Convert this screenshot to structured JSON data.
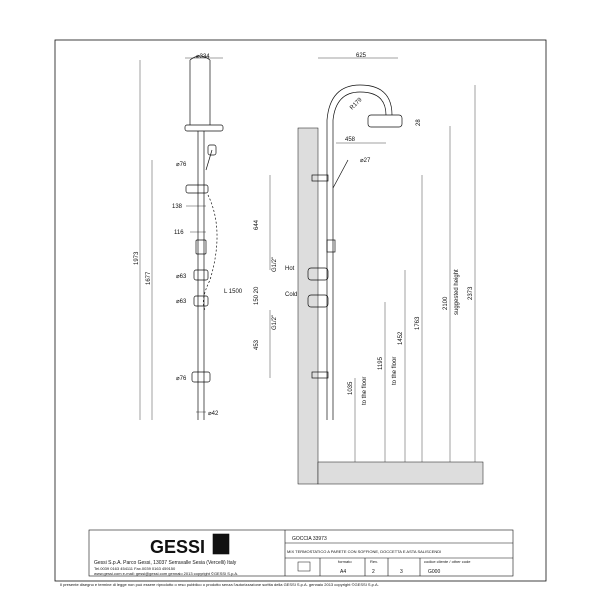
{
  "drawing": {
    "front_view": {
      "top_diameter": "⌀334",
      "handshower_diameter": "⌀76",
      "dim_138": "138",
      "dim_116": "116",
      "overall_height": "1973",
      "height_1677": "1677",
      "dia_63_a": "⌀63",
      "dia_63_b": "⌀63",
      "hose_length": "L 1500",
      "dia_76_bottom": "⌀76",
      "bar_diameter": "⌀42"
    },
    "side_view": {
      "projection": "625",
      "radius": "R179",
      "head_height": "28",
      "arm_458": "458",
      "handle_dia": "⌀27",
      "dim_644": "644",
      "g12_top": "G1/2\"",
      "label_hot": "Hot",
      "label_cold": "Cold",
      "dim_150_20": "150 20",
      "g12_bottom": "G1/2\"",
      "dim_453": "453",
      "dim_1035": "1035",
      "to_floor_1": "to the floor",
      "dim_1195": "1195",
      "to_floor_2": "to the floor",
      "dim_1452": "1452",
      "dim_1763": "1763",
      "dim_2100": "2100",
      "suggested_height": "suggested height",
      "dim_2373": "2373"
    }
  },
  "title_block": {
    "logo_text": "GESSI",
    "product_title": "GOCCIA 33973",
    "description": "MIX TERMOSTATICO A PARETE CON SOFFIONE, DOCCETTA E ASTA SALISCENDI",
    "company_line1": "Gessi S.p.A. Parco Gessi, 13037 Serravalle Sesia (Vercelli) Italy",
    "company_line2": "Tel.0039 0163 454111 Fax.0039 0163 459150",
    "company_line3": "www.gessi.com   e-mail: gessi@gessi.com   gennaio 2013   copyright ©GESSI S.p.A.",
    "format_label": "formato",
    "format_value": "A4",
    "scale_label": "Rev.",
    "scale_value": "2",
    "sheet_value": "3",
    "code_label": "codice cliente / other code",
    "code_value": "G000",
    "footer_note": "Il presente disegno e termine di legge non può essere riprodotto o reso pubblico o prodotto senza l'autorizzazione scritta della GESSI S.p.A.   gennaio 2013   copyright ©GESSI S.p.A."
  }
}
